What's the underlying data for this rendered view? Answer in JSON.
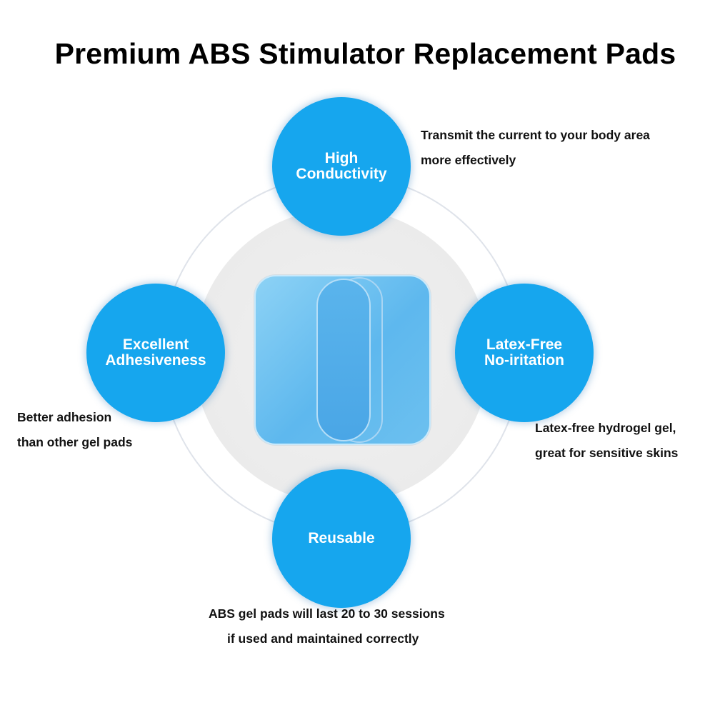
{
  "title": "Premium ABS Stimulator Replacement Pads",
  "features": {
    "top": {
      "line1": "High",
      "line2": "Conductivity",
      "desc_line1": "Transmit the current to your body area",
      "desc_line2": "more effectively"
    },
    "left": {
      "line1": "Excellent",
      "line2": "Adhesiveness",
      "desc_line1": "Better adhesion",
      "desc_line2": "than other gel pads"
    },
    "right": {
      "line1": "Latex-Free",
      "line2": "No-iritation",
      "desc_line1": "Latex-free hydrogel gel,",
      "desc_line2": "great for sensitive skins"
    },
    "bottom": {
      "line1": "Reusable",
      "desc_line1": "ABS gel pads will last 20 to 30 sessions",
      "desc_line2": "if used and maintained correctly"
    }
  },
  "colors": {
    "circle": "#16a6ee",
    "pad": "#5eb8ee",
    "ring": "#dfe3ea"
  }
}
